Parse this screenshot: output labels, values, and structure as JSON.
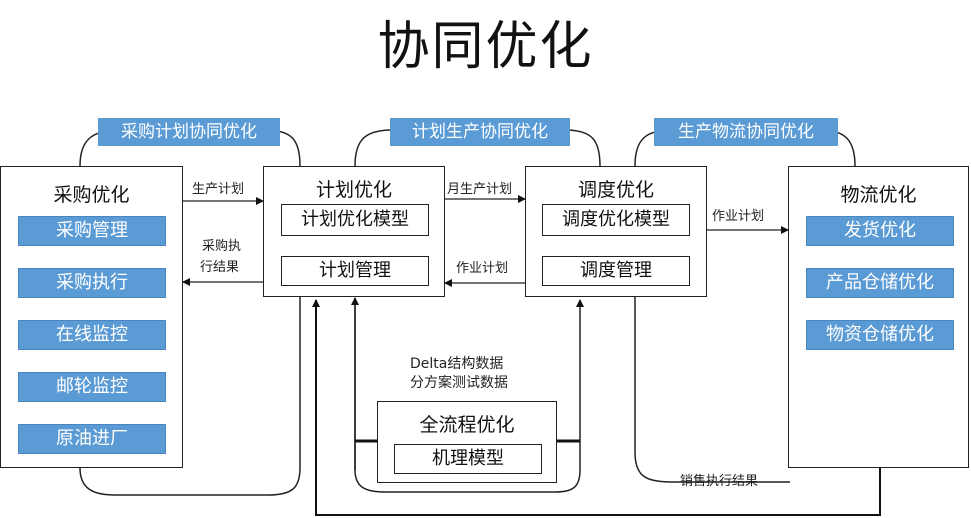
{
  "title": "协同优化",
  "top_labels": {
    "left": "采购计划协同优化",
    "middle": "计划生产协同优化",
    "right": "生产物流协同优化"
  },
  "procurement": {
    "title": "采购优化",
    "items": [
      "采购管理",
      "采购执行",
      "在线监控",
      "邮轮监控",
      "原油进厂"
    ]
  },
  "planning": {
    "title": "计划优化",
    "items": [
      "计划优化模型",
      "计划管理"
    ]
  },
  "scheduling": {
    "title": "调度优化",
    "items": [
      "调度优化模型",
      "调度管理"
    ]
  },
  "logistics": {
    "title": "物流优化",
    "items": [
      "发货优化",
      "产品仓储优化",
      "物资仓储优化"
    ]
  },
  "fullprocess": {
    "title": "全流程优化",
    "item": "机理模型"
  },
  "edges": {
    "production_plan": "生产计划",
    "procurement_result_1": "采购执",
    "procurement_result_2": "行结果",
    "monthly_plan": "月生产计划",
    "work_plan_back": "作业计划",
    "work_plan_out": "作业计划",
    "delta_1": "Delta结构数据",
    "delta_2": "分方案测试数据",
    "sales_result": "销售执行结果"
  }
}
